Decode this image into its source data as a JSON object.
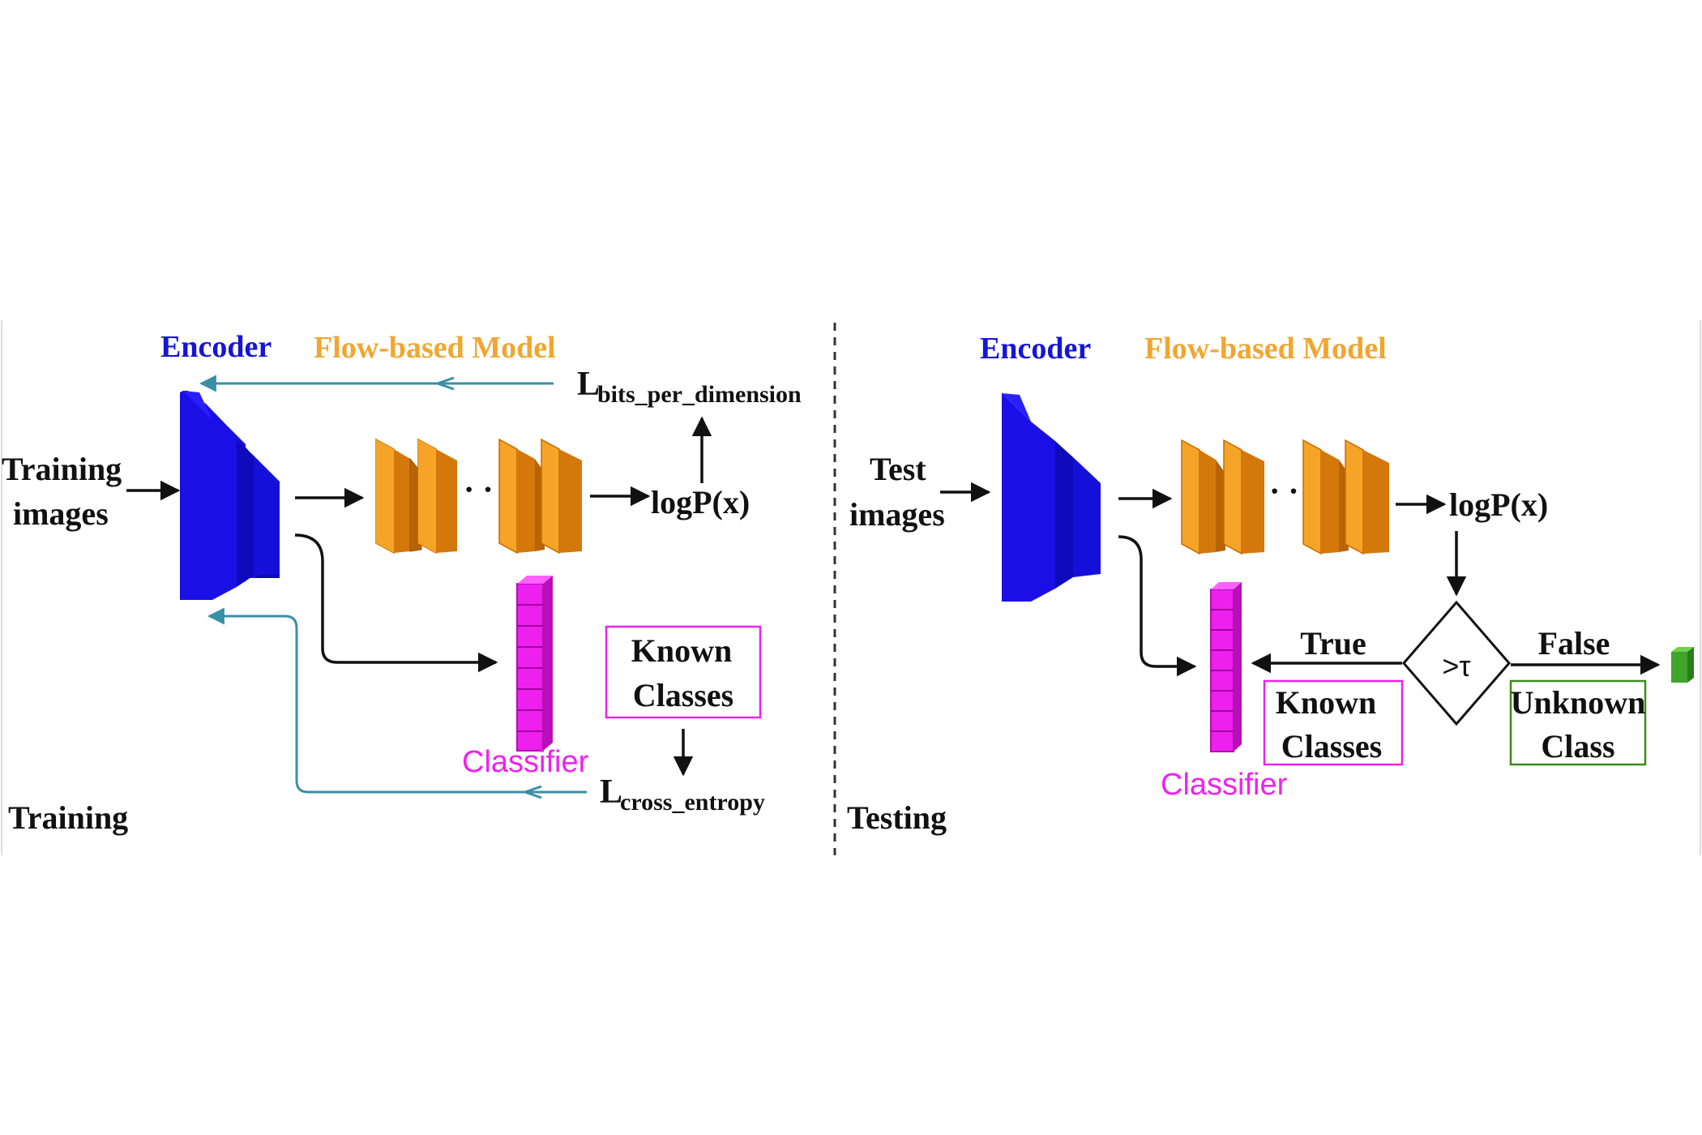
{
  "colors": {
    "encoder": "#1a10e6",
    "encoder_side": "#0d0ab0",
    "flow": "#f29a1a",
    "flow_side": "#d4780c",
    "classifier": "#ee20ee",
    "feedback_arrow": "#3a8fa6",
    "arrow": "#111111",
    "known_box": "#ee22ee",
    "unknown_box": "#3a8a1a",
    "unknown_cube": "#3fa52a"
  },
  "training": {
    "encoder_label": "Encoder",
    "flow_label": "Flow-based Model",
    "input_line1": "Training",
    "input_line2": "images",
    "logp": "logP(x)",
    "loss_bpd_main": "L",
    "loss_bpd_sub": "bits_per_dimension",
    "known_line1": "Known",
    "known_line2": "Classes",
    "classifier_label": "Classifier",
    "loss_ce_main": "L",
    "loss_ce_sub": "cross_entropy",
    "section_label": "Training",
    "ellipsis": "· · ·"
  },
  "testing": {
    "encoder_label": "Encoder",
    "flow_label": "Flow-based Model",
    "input_line1": "Test",
    "input_line2": "images",
    "logp": "logP(x)",
    "threshold": ">τ",
    "true_label": "True",
    "false_label": "False",
    "known_line1": "Known",
    "known_line2": "Classes",
    "unknown_line1": "Unknown",
    "unknown_line2": "Class",
    "classifier_label": "Classifier",
    "section_label": "Testing",
    "ellipsis": "· · ·"
  }
}
